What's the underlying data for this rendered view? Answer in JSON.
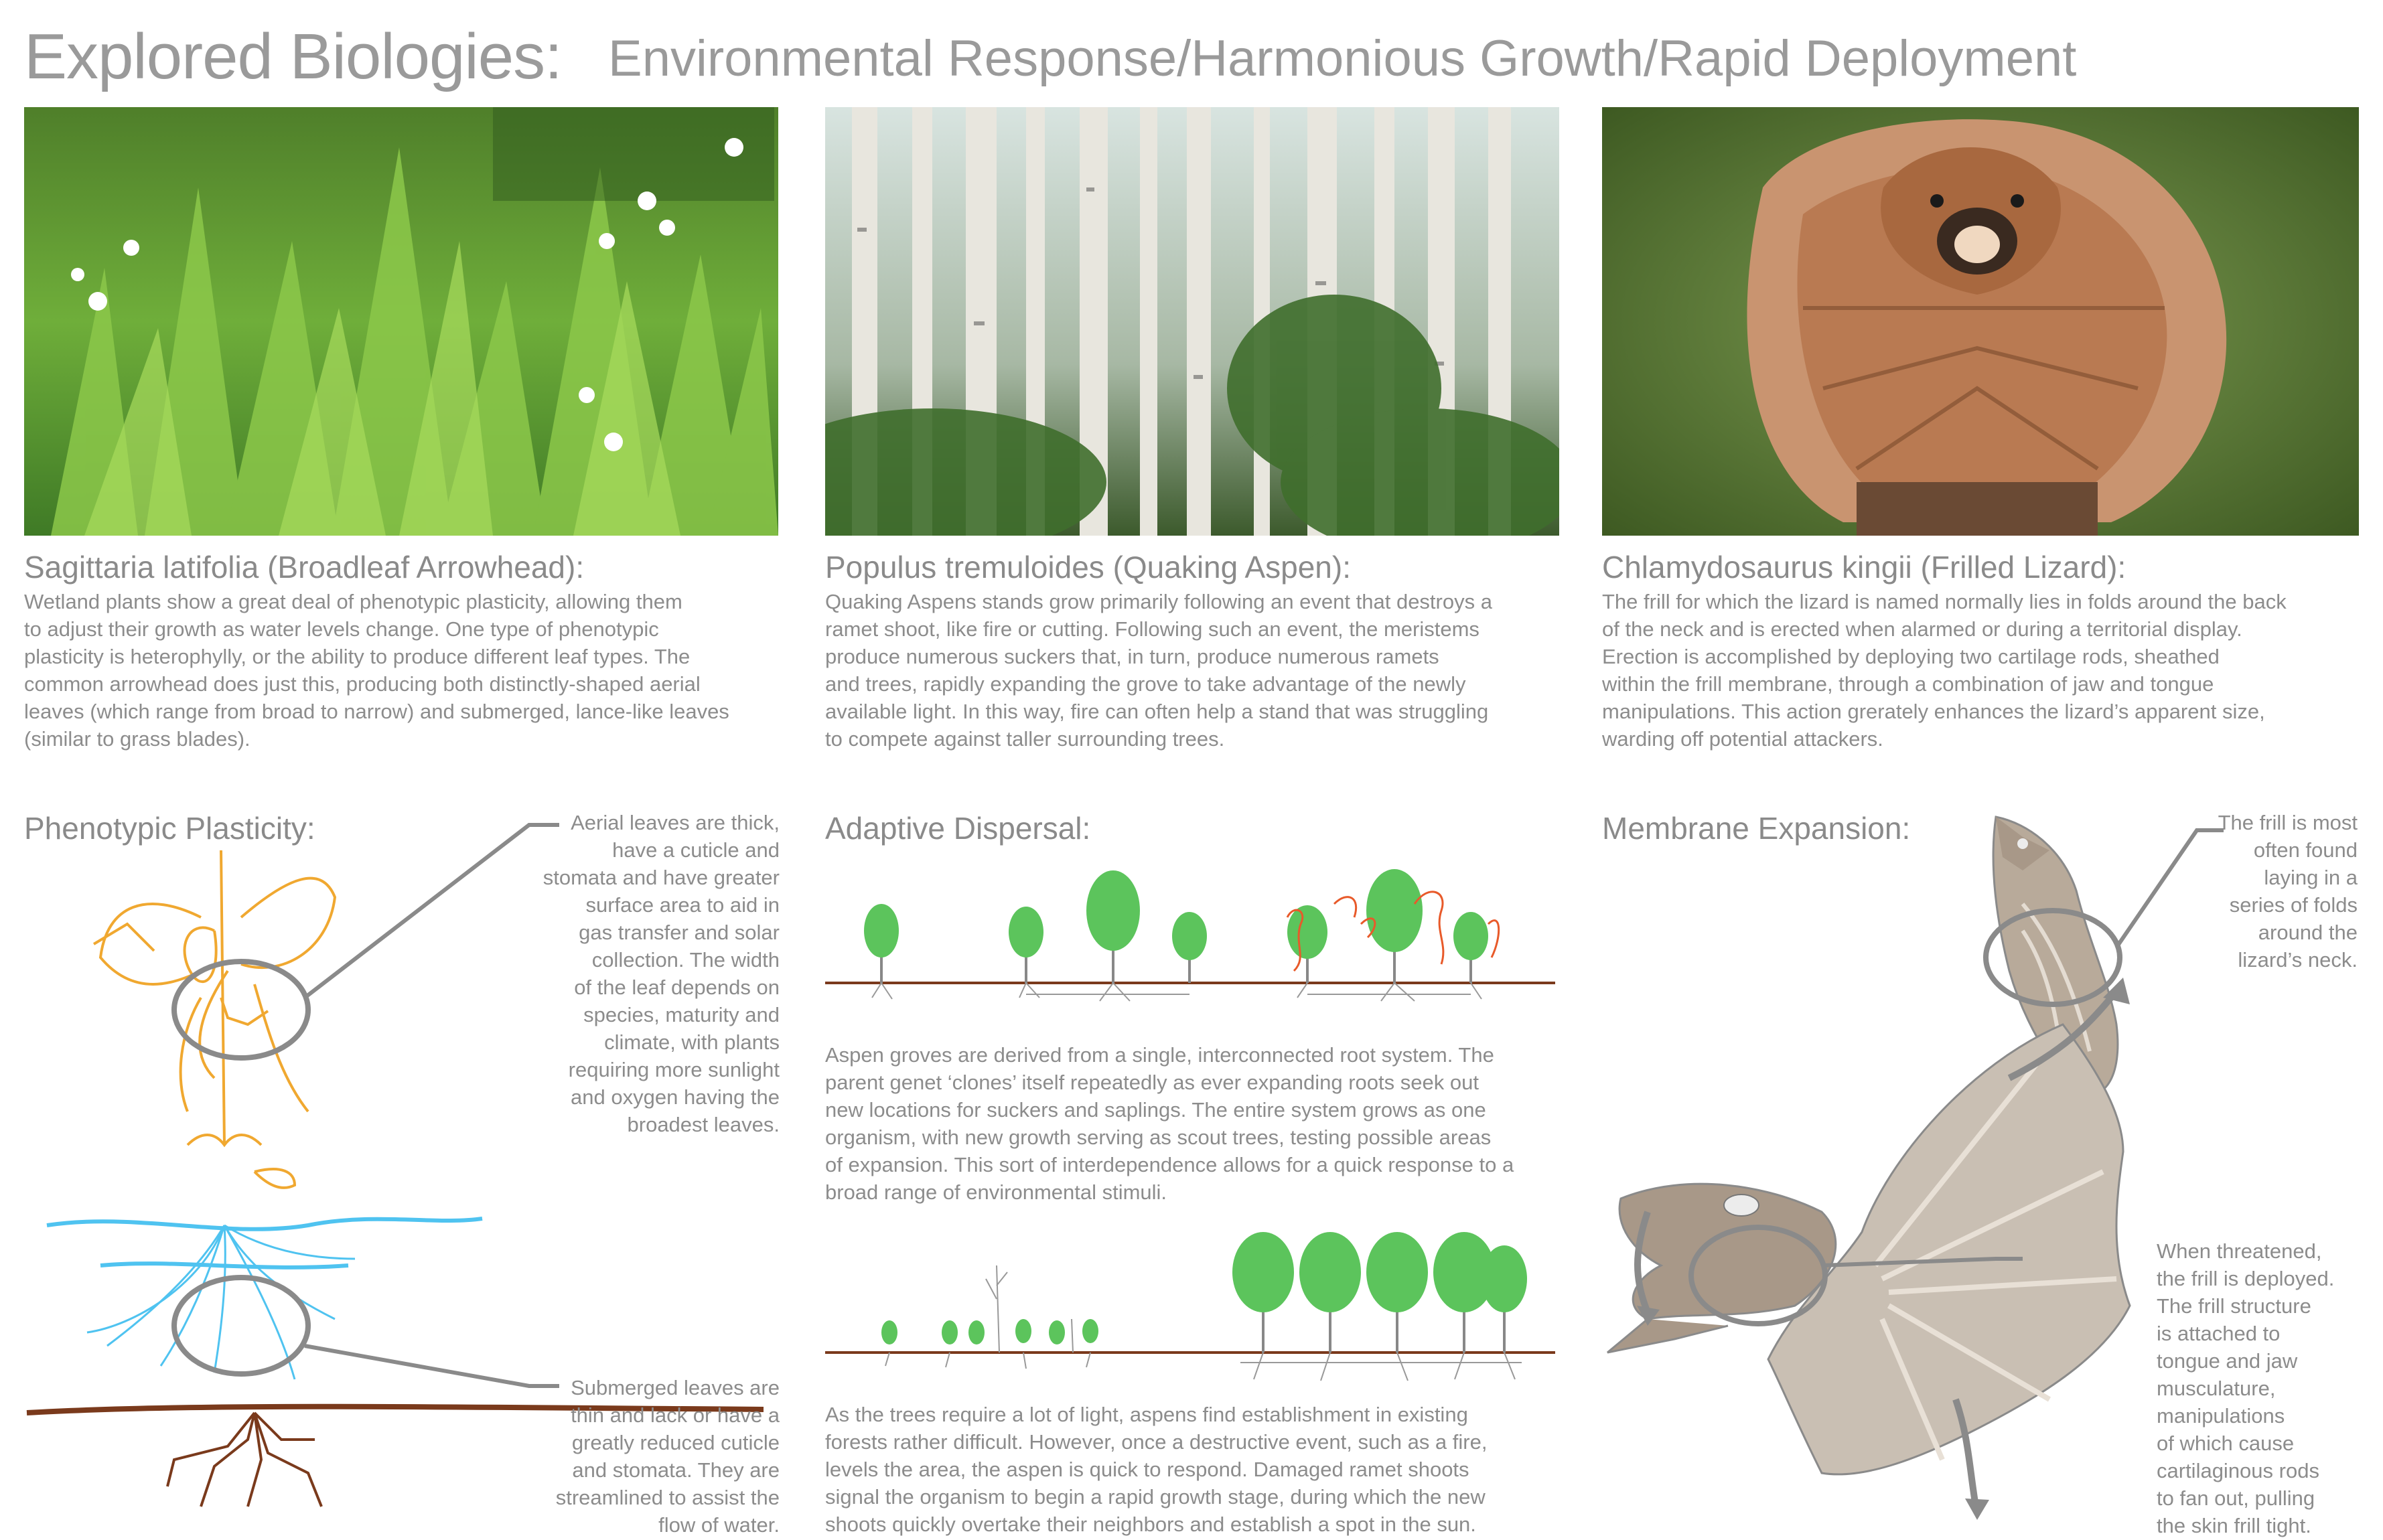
{
  "header": {
    "title": "Explored Biologies:",
    "subtitle": "Environmental Response/Harmonious Growth/Rapid Deployment"
  },
  "columns": [
    {
      "photo_subject": "broadleaf arrowhead wetland plants with white flowers",
      "heading": "Sagittaria latifolia (Broadleaf Arrowhead):",
      "body_lines": [
        "Wetland plants show a great deal of phenotypic plasticity, allowing them",
        "to adjust their growth as water levels change. One type of phenotypic",
        "plasticity is heterophylly, or the ability to produce different leaf types. The",
        "common arrowhead does just this, producing both distinctly-shaped aerial",
        "leaves (which range from broad to narrow) and submerged, lance-like leaves",
        "(similar to grass blades)."
      ],
      "section_heading": "Phenotypic Plasticity:",
      "callout_top_lines": [
        "Aerial leaves are thick,",
        "have a cuticle and",
        "stomata and have greater",
        "surface area to aid in",
        "gas transfer and solar",
        "collection. The width",
        "of the leaf depends on",
        "species, maturity and",
        "climate, with plants",
        "requiring more sunlight",
        "and oxygen having the",
        "broadest leaves."
      ],
      "callout_bottom_lines": [
        "Submerged leaves are",
        "thin and lack or have a",
        "greatly reduced cuticle",
        "and stomata. They are",
        "streamlined to assist the",
        "flow of water."
      ]
    },
    {
      "photo_subject": "quaking aspen forest with white trunks",
      "heading": "Populus tremuloides (Quaking Aspen):",
      "body_lines": [
        "Quaking Aspens stands grow primarily following an event that destroys a",
        "ramet shoot, like fire or cutting.  Following such an event, the meristems",
        "produce numerous suckers that, in turn, produce numerous ramets",
        "and trees, rapidly expanding the grove to take advantage of the newly",
        "available light.  In this way, fire can often help a stand that was struggling",
        "to compete against taller surrounding trees."
      ],
      "section_heading": "Adaptive Dispersal:",
      "mid_text_lines": [
        "Aspen groves are derived from a single, interconnected root system. The",
        "parent genet ‘clones’ itself repeatedly as ever expanding roots seek out",
        "new locations for suckers and saplings. The entire system grows as one",
        "organism, with new growth serving as scout trees, testing possible areas",
        "of expansion. This sort of interdependence allows for a quick response to a",
        "broad range of environmental stimuli."
      ],
      "bottom_text_lines": [
        "As the trees require a lot of light, aspens find establishment in  existing",
        "forests rather difficult. However, once a destructive event, such as a fire,",
        "levels the area, the aspen is quick to respond. Damaged ramet shoots",
        "signal the organism to begin a rapid growth stage, during which the new",
        "shoots quickly overtake their neighbors and establish a spot in the sun."
      ]
    },
    {
      "photo_subject": "frilled lizard with frill fully extended",
      "heading": "Chlamydosaurus kingii (Frilled Lizard):",
      "body_lines": [
        "The frill for which the lizard is named normally lies in folds around the back",
        "of the neck and is erected when alarmed or during a territorial display.",
        "Erection is accomplished by deploying two cartilage rods, sheathed",
        "within the frill membrane, through a combination of jaw and tongue",
        "manipulations.  This action grerately enhances the lizard’s apparent size,",
        "warding off potential attackers."
      ],
      "section_heading": "Membrane Expansion:",
      "callout_top_lines": [
        "The frill is most",
        "often found",
        "laying in a",
        "series of folds",
        "around the",
        "lizard’s neck."
      ],
      "callout_bottom_lines": [
        "When threatened,",
        "the frill is deployed.",
        "The frill structure",
        "is attached to",
        "tongue and jaw",
        "musculature,",
        "manipulations",
        "of which cause",
        "cartilaginous rods",
        "to fan out, pulling",
        "the skin frill tight."
      ]
    }
  ],
  "colors": {
    "text": "#8c8c8c",
    "heading": "#9a9a9a",
    "plant_orange": "#f0a830",
    "water_blue": "#4fc3f0",
    "soil_brown": "#7a3a1c",
    "tree_green": "#5cc45c",
    "fire_red": "#e85a2a",
    "lizard_tan": "#c0b0a0",
    "circle_gray": "#8a8a8a"
  }
}
